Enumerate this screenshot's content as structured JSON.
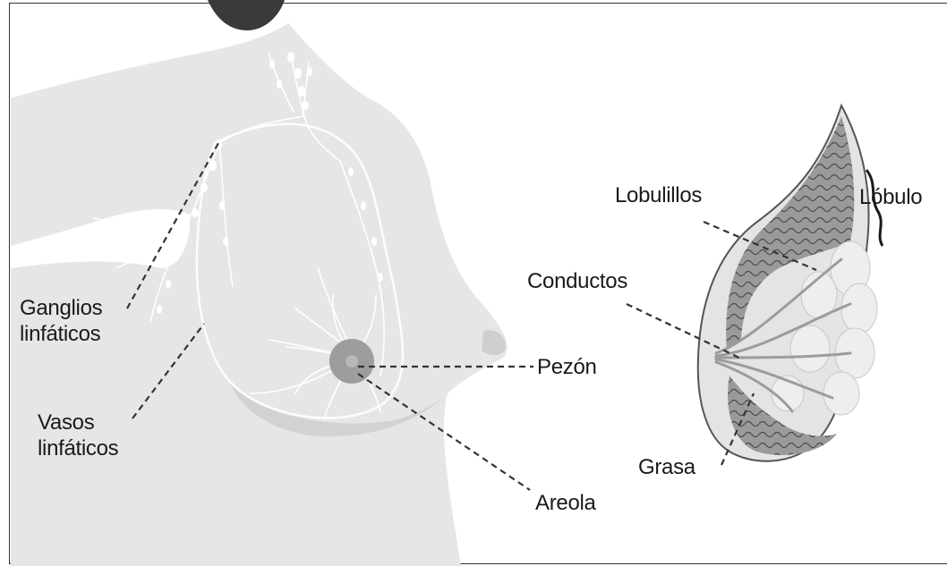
{
  "labels": {
    "ganglios": [
      "Ganglios",
      "linfáticos"
    ],
    "vasos": [
      "Vasos",
      "linfáticos"
    ],
    "pezon": "Pezón",
    "areola": "Areola",
    "lobulillos": "Lobulillos",
    "lobulo": "Lóbulo",
    "conductos": "Conductos",
    "grasa": "Grasa"
  },
  "colors": {
    "body": "#e6e6e6",
    "hair": "#3a3a3a",
    "areola": "#9d9d9d",
    "lymph": "#ffffff",
    "tissue": "#9a9a9a",
    "lobe": "#e9e9e9",
    "leader": "#333333"
  }
}
